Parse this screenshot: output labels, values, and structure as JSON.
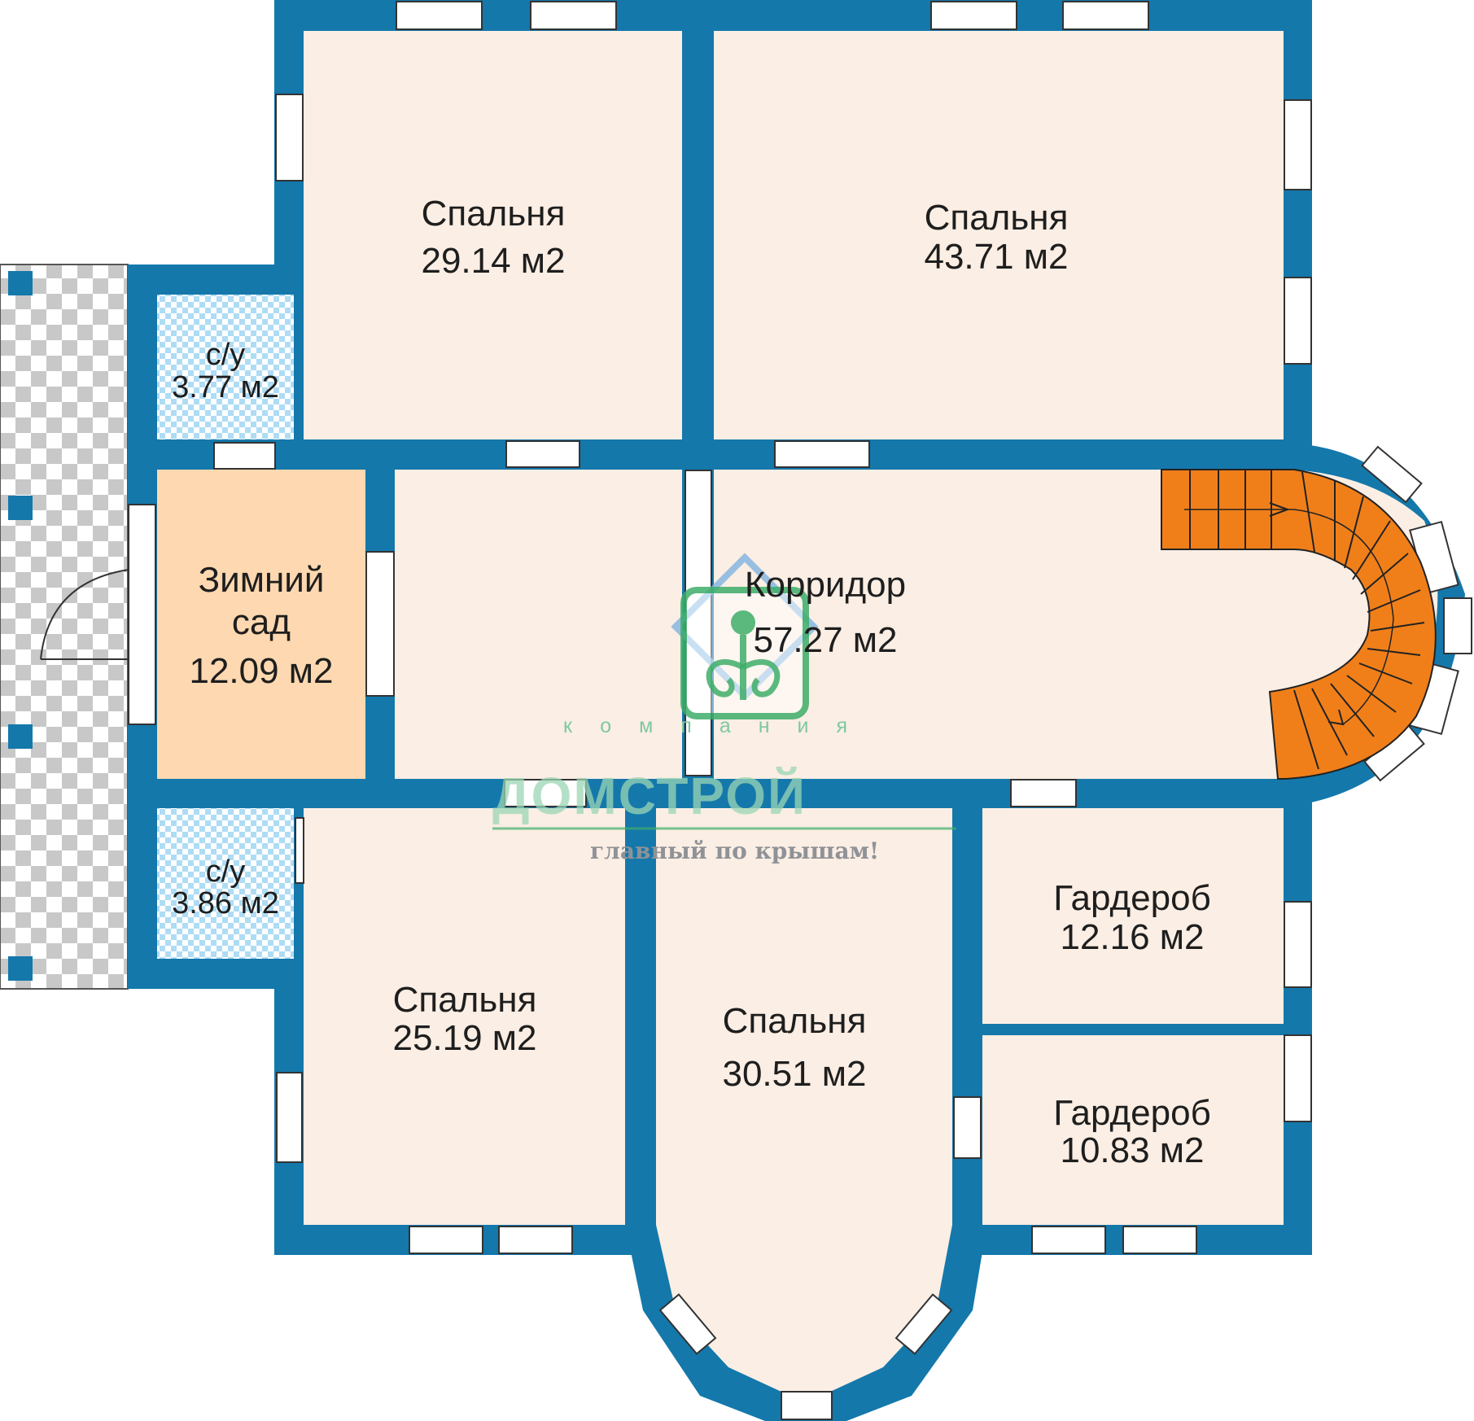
{
  "rooms": {
    "bedroom_top_left": {
      "name": "Спальня",
      "area": "29.14 м2"
    },
    "bedroom_top_right": {
      "name": "Спальня",
      "area": "43.71 м2"
    },
    "wc_top": {
      "name": "с/у",
      "area": "3.77 м2"
    },
    "winter_garden": {
      "line1": "Зимний",
      "line2": "сад",
      "area": "12.09 м2"
    },
    "corridor": {
      "name": "Корридор",
      "area": "57.27 м2"
    },
    "wc_bottom": {
      "name": "с/у",
      "area": "3.86 м2"
    },
    "bedroom_bottom_left": {
      "name": "Спальня",
      "area": "25.19 м2"
    },
    "bedroom_bottom_center": {
      "name": "Спальня",
      "area": "30.51 м2"
    },
    "wardrobe_1": {
      "name": "Гардероб",
      "area": "12.16 м2"
    },
    "wardrobe_2": {
      "name": "Гардероб",
      "area": "10.83 м2"
    }
  },
  "logo": {
    "subtitle": "компания",
    "brand": "ДОМСТРОЙ",
    "slogan": "главный по крышам!"
  },
  "colors": {
    "wall": "#1478ab",
    "room_fill": "#fbeee4",
    "garden_fill": "#fdd8b0",
    "stairs": "#f07f1a",
    "wc_tile": "#aedcf5",
    "terrace_tile": "#c8c8c8",
    "window": "#ffffff",
    "logo_green": "#3fae6a"
  }
}
